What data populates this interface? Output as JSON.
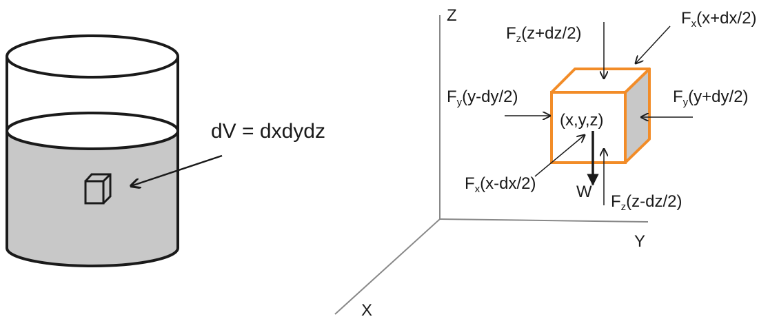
{
  "left": {
    "volume_label": "dV = dxdydz"
  },
  "axes": {
    "z": "Z",
    "y": "Y",
    "x": "X"
  },
  "forces": {
    "fz_top": {
      "base": "F",
      "sub": "z",
      "arg": "(z+dz/2)"
    },
    "fx_back": {
      "base": "F",
      "sub": "x",
      "arg": "(x+dx/2)"
    },
    "fy_left": {
      "base": "F",
      "sub": "y",
      "arg": "(y-dy/2)"
    },
    "fy_right": {
      "base": "F",
      "sub": "y",
      "arg": "(y+dy/2)"
    },
    "fx_front": {
      "base": "F",
      "sub": "x",
      "arg": "(x-dx/2)"
    },
    "fz_bottom": {
      "base": "F",
      "sub": "z",
      "arg": "(z-dz/2)"
    }
  },
  "center_label": "(x,y,z)",
  "weight_label": "W",
  "colors": {
    "liquid": "#c8c8c8",
    "cube_edge": "#f28c28",
    "cube_side": "#c8c8c8",
    "line": "#1a1a1a"
  }
}
